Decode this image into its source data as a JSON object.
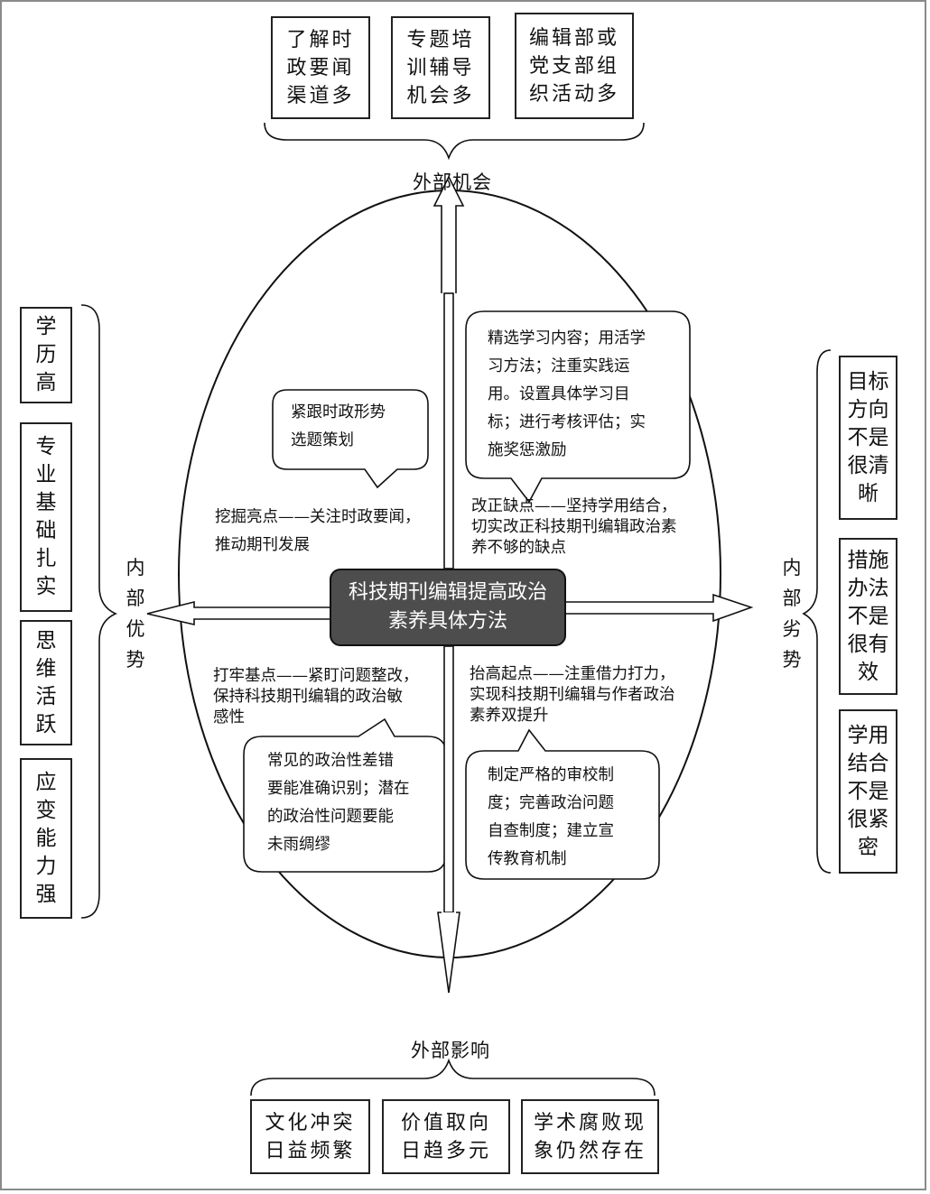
{
  "center": {
    "title": "科技期刊编辑提高政治\n素养具体方法"
  },
  "top": {
    "label": "外部机会",
    "boxes": [
      "了解时\n政要闻\n渠道多",
      "专题培\n训辅导\n机会多",
      "编辑部或\n党支部组\n织活动多"
    ]
  },
  "bottom": {
    "label": "外部影响",
    "boxes": [
      "文化冲突\n日益频繁",
      "价值取向\n日趋多元",
      "学术腐败现\n象仍然存在"
    ]
  },
  "left": {
    "label": "内\n部\n优\n势",
    "boxes": [
      "学\n历\n高",
      "专\n业\n基\n础\n扎\n实",
      "思\n维\n活\n跃",
      "应\n变\n能\n力\n强"
    ]
  },
  "right": {
    "label": "内\n部\n劣\n势",
    "boxes": [
      "目标\n方向\n不是\n很清\n晰",
      "措施\n办法\n不是\n很有\n效",
      "学用\n结合\n不是\n很紧\n密"
    ]
  },
  "quadrants": {
    "top_left": {
      "bubble": "紧跟时政形势\n选题策划",
      "text": "挖掘亮点——关注时政要闻，\n推动期刊发展"
    },
    "top_right": {
      "bubble": "精选学习内容；用活学\n习方法；注重实践运\n用。设置具体学习目\n标；进行考核评估；实\n施奖惩激励",
      "text": "改正缺点——坚持学用结合，\n切实改正科技期刊编辑政治素\n养不够的缺点"
    },
    "bottom_left": {
      "text": "打牢基点——紧盯问题整改，\n保持科技期刊编辑的政治敏\n感性",
      "bubble": "常见的政治性差错\n要能准确识别；潜在\n的政治性问题要能\n未雨绸缪"
    },
    "bottom_right": {
      "text": "抬高起点——注重借力打力，\n实现科技期刊编辑与作者政治\n素养双提升",
      "bubble": "制定严格的审校制\n度；完善政治问题\n自查制度；建立宣\n传教育机制"
    }
  }
}
